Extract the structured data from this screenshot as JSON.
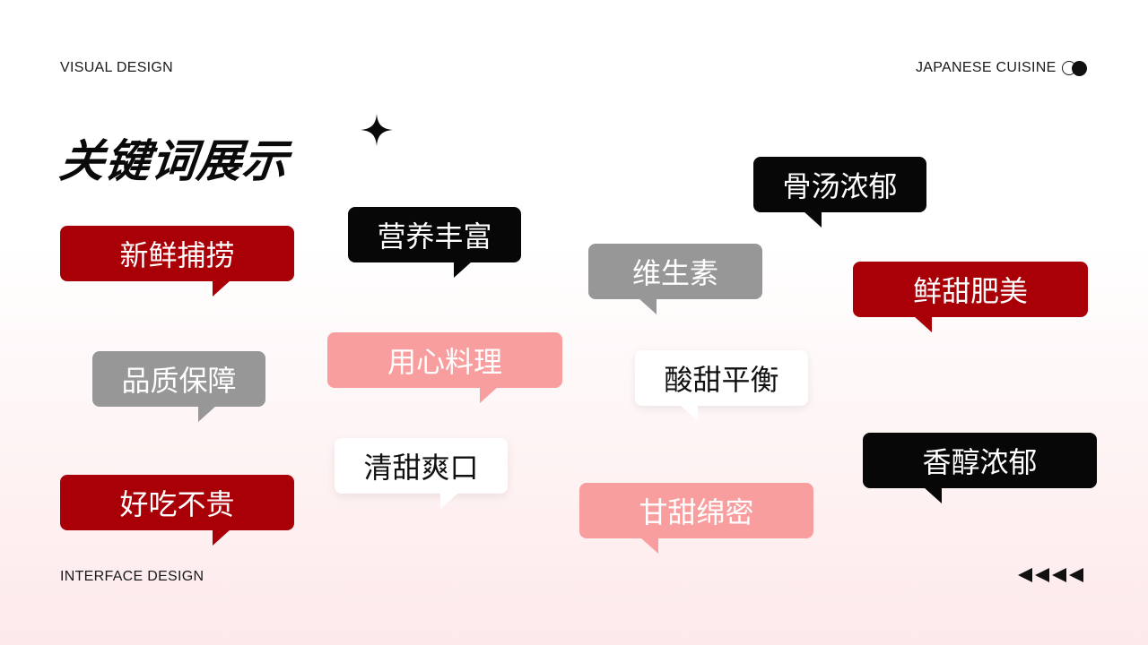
{
  "header": {
    "left_label": "VISUAL DESIGN",
    "right_label": "JAPANESE CUISINE"
  },
  "footer": {
    "left_label": "INTERFACE DESIGN"
  },
  "title": "关键词展示",
  "icons": {
    "sparkle": "four-point-star-icon",
    "circles": "overlapping-circles-icon",
    "arrows": "triple-left-arrows-icon"
  },
  "colors": {
    "red": "#a80006",
    "black": "#070707",
    "gray": "#979797",
    "pink": "#f99e9e",
    "white": "#ffffff"
  },
  "keywords": [
    {
      "text": "新鲜捕捞",
      "style": "red"
    },
    {
      "text": "营养丰富",
      "style": "black"
    },
    {
      "text": "骨汤浓郁",
      "style": "black"
    },
    {
      "text": "维生素",
      "style": "gray"
    },
    {
      "text": "鲜甜肥美",
      "style": "red"
    },
    {
      "text": "品质保障",
      "style": "gray"
    },
    {
      "text": "用心料理",
      "style": "pink"
    },
    {
      "text": "酸甜平衡",
      "style": "white"
    },
    {
      "text": "清甜爽口",
      "style": "white"
    },
    {
      "text": "香醇浓郁",
      "style": "black"
    },
    {
      "text": "好吃不贵",
      "style": "red"
    },
    {
      "text": "甘甜绵密",
      "style": "pink"
    }
  ]
}
